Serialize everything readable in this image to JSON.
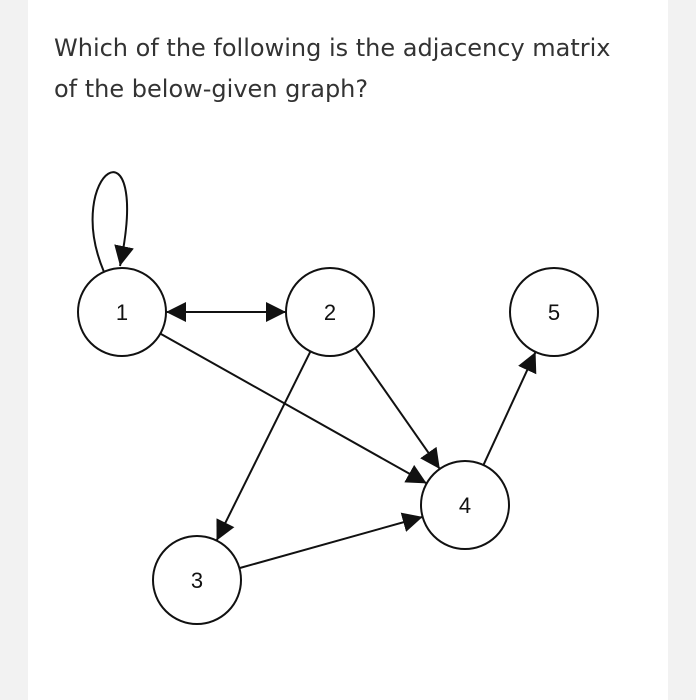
{
  "question": {
    "line1": "Which of the following is the adjacency matrix",
    "line2": "of the below-given graph?"
  },
  "graph": {
    "directed": true,
    "nodes": [
      {
        "id": "1",
        "label": "1"
      },
      {
        "id": "2",
        "label": "2"
      },
      {
        "id": "3",
        "label": "3"
      },
      {
        "id": "4",
        "label": "4"
      },
      {
        "id": "5",
        "label": "5"
      }
    ],
    "edges": [
      {
        "from": "1",
        "to": "1"
      },
      {
        "from": "1",
        "to": "2"
      },
      {
        "from": "2",
        "to": "1"
      },
      {
        "from": "1",
        "to": "4"
      },
      {
        "from": "2",
        "to": "3"
      },
      {
        "from": "2",
        "to": "4"
      },
      {
        "from": "3",
        "to": "4"
      },
      {
        "from": "4",
        "to": "5"
      }
    ]
  },
  "colors": {
    "stroke": "#111111",
    "text": "#333333",
    "page": "#ffffff",
    "backdrop": "#f2f2f2"
  }
}
